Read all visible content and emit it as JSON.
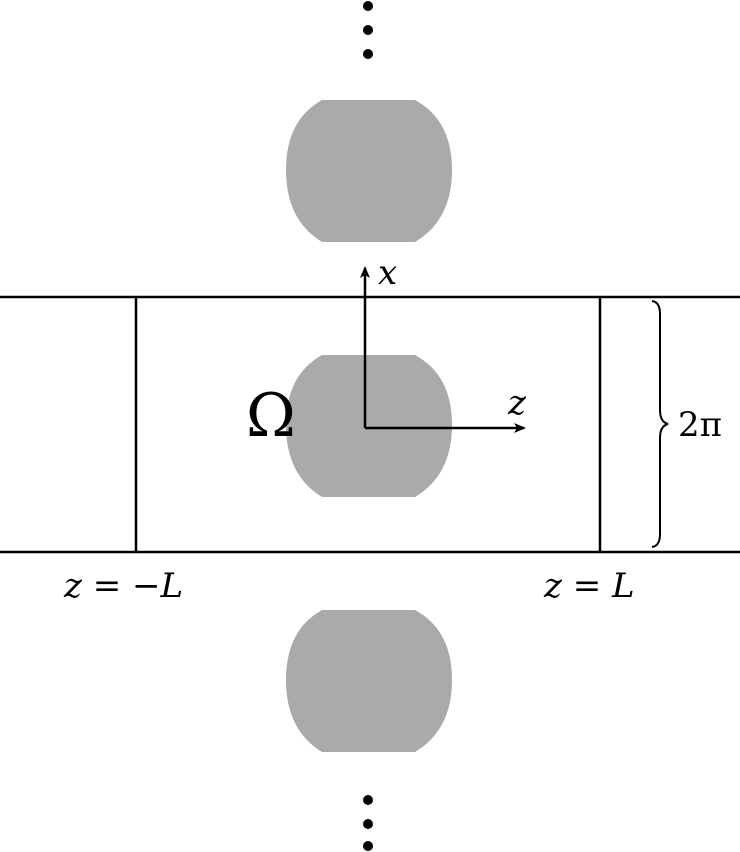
{
  "labels": {
    "domain": "Ω",
    "axis_x": "x",
    "axis_z": "z",
    "period": "2π",
    "left_boundary": "z = −L",
    "right_boundary": "z = L"
  },
  "colors": {
    "obstacle_fill": "#aaaaaa",
    "line": "#000000",
    "background": "#ffffff"
  }
}
